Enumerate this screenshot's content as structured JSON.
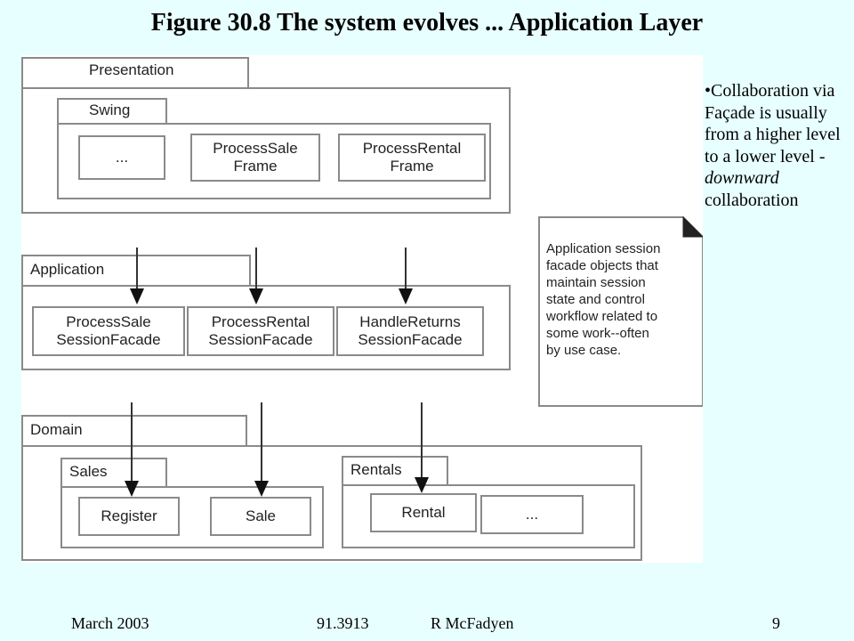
{
  "title": "Figure 30.8 The system evolves ... Application Layer",
  "packages": {
    "presentation": "Presentation",
    "swing": "Swing",
    "application": "Application",
    "domain": "Domain",
    "sales": "Sales",
    "rentals": "Rentals"
  },
  "classes": {
    "swing_ellipsis": "...",
    "process_sale_frame": [
      "ProcessSale",
      "Frame"
    ],
    "process_rental_frame": [
      "ProcessRental",
      "Frame"
    ],
    "process_sale_facade": [
      "ProcessSale",
      "SessionFacade"
    ],
    "process_rental_facade": [
      "ProcessRental",
      "SessionFacade"
    ],
    "handle_returns_facade": [
      "HandleReturns",
      "SessionFacade"
    ],
    "register": "Register",
    "sale": "Sale",
    "rental": "Rental",
    "rentals_ellipsis": "..."
  },
  "note_lines": [
    "Application session",
    "facade objects that",
    "maintain session",
    "state and control",
    "workflow related to",
    "some work--often",
    "by use case."
  ],
  "side_text": {
    "bullet": "•",
    "part1": "Collaboration via Façade is usually from a higher level to a lower level - ",
    "italic": "downward",
    "part2": " collaboration"
  },
  "footer": {
    "date": "March 2003",
    "course": "91.3913",
    "author": "R McFadyen",
    "page": "9"
  }
}
